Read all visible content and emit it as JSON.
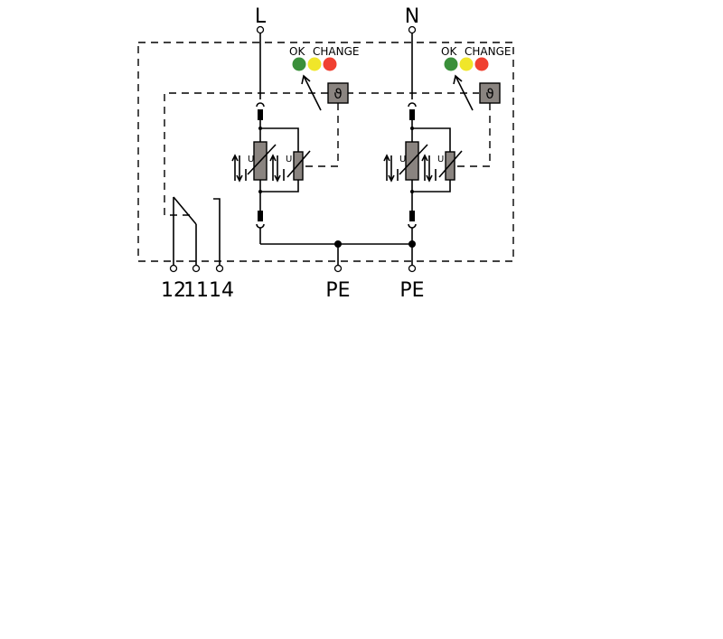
{
  "terminals": {
    "line": "L",
    "neutral": "N",
    "pe_left": "PE",
    "pe_right": "PE",
    "relay": [
      "12",
      "11",
      "14"
    ]
  },
  "indicator": {
    "ok_label": "OK",
    "change_label": "CHANGE",
    "colors": {
      "green": "#3a8f3a",
      "yellow": "#f0e62a",
      "red": "#f04030"
    }
  },
  "thermal_symbol": "ϑ",
  "varistor_label": "U",
  "component_fill": "#8a8480"
}
